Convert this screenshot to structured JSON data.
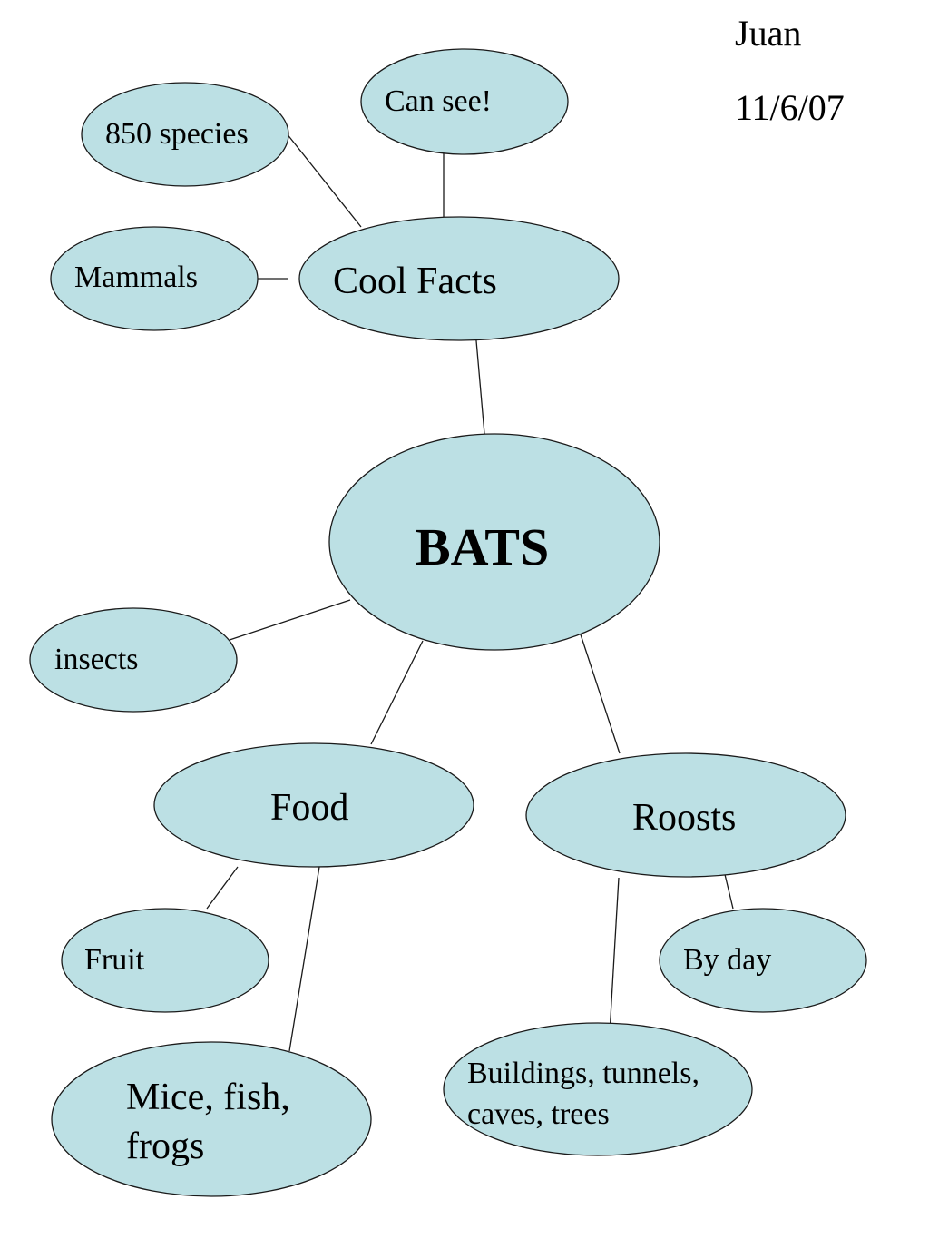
{
  "author": {
    "name": "Juan",
    "date": "11/6/07"
  },
  "colors": {
    "node_fill": "#bce0e4",
    "stroke": "#1a1a1a"
  },
  "nodes": {
    "bats": "BATS",
    "cool_facts": "Cool Facts",
    "can_see": "Can see!",
    "species": "850 species",
    "mammals": "Mammals",
    "insects": "insects",
    "food": "Food",
    "roosts": "Roosts",
    "fruit": "Fruit",
    "by_day": "By day",
    "mice": [
      "Mice, fish,",
      "frogs"
    ],
    "buildings": [
      "Buildings, tunnels,",
      "caves, trees"
    ]
  }
}
